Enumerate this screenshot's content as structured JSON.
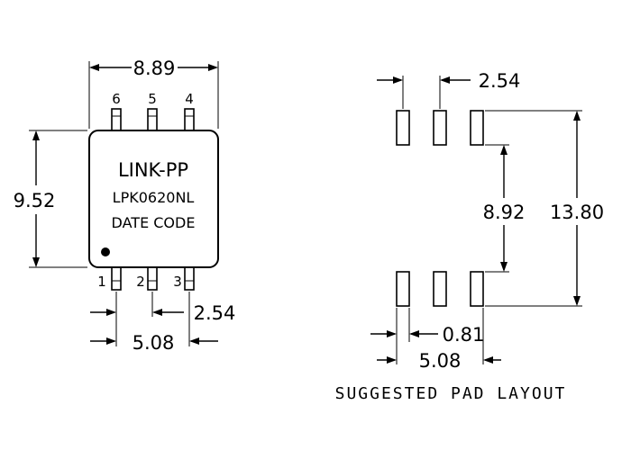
{
  "package": {
    "width_dim": "8.89",
    "height_dim": "9.52",
    "lead_pitch_dim": "2.54",
    "lead_span_dim": "5.08",
    "marking": {
      "line1": "LINK-PP",
      "line2": "LPK0620NL",
      "line3": "DATE CODE"
    },
    "pins_top": [
      "6",
      "5",
      "4"
    ],
    "pins_bottom": [
      "1",
      "2",
      "3"
    ]
  },
  "pad_layout": {
    "pitch_dim": "2.54",
    "inner_span_dim": "8.92",
    "outer_span_dim": "13.80",
    "pad_width_dim": "0.81",
    "span_dim": "5.08",
    "caption": "SUGGESTED PAD LAYOUT"
  }
}
